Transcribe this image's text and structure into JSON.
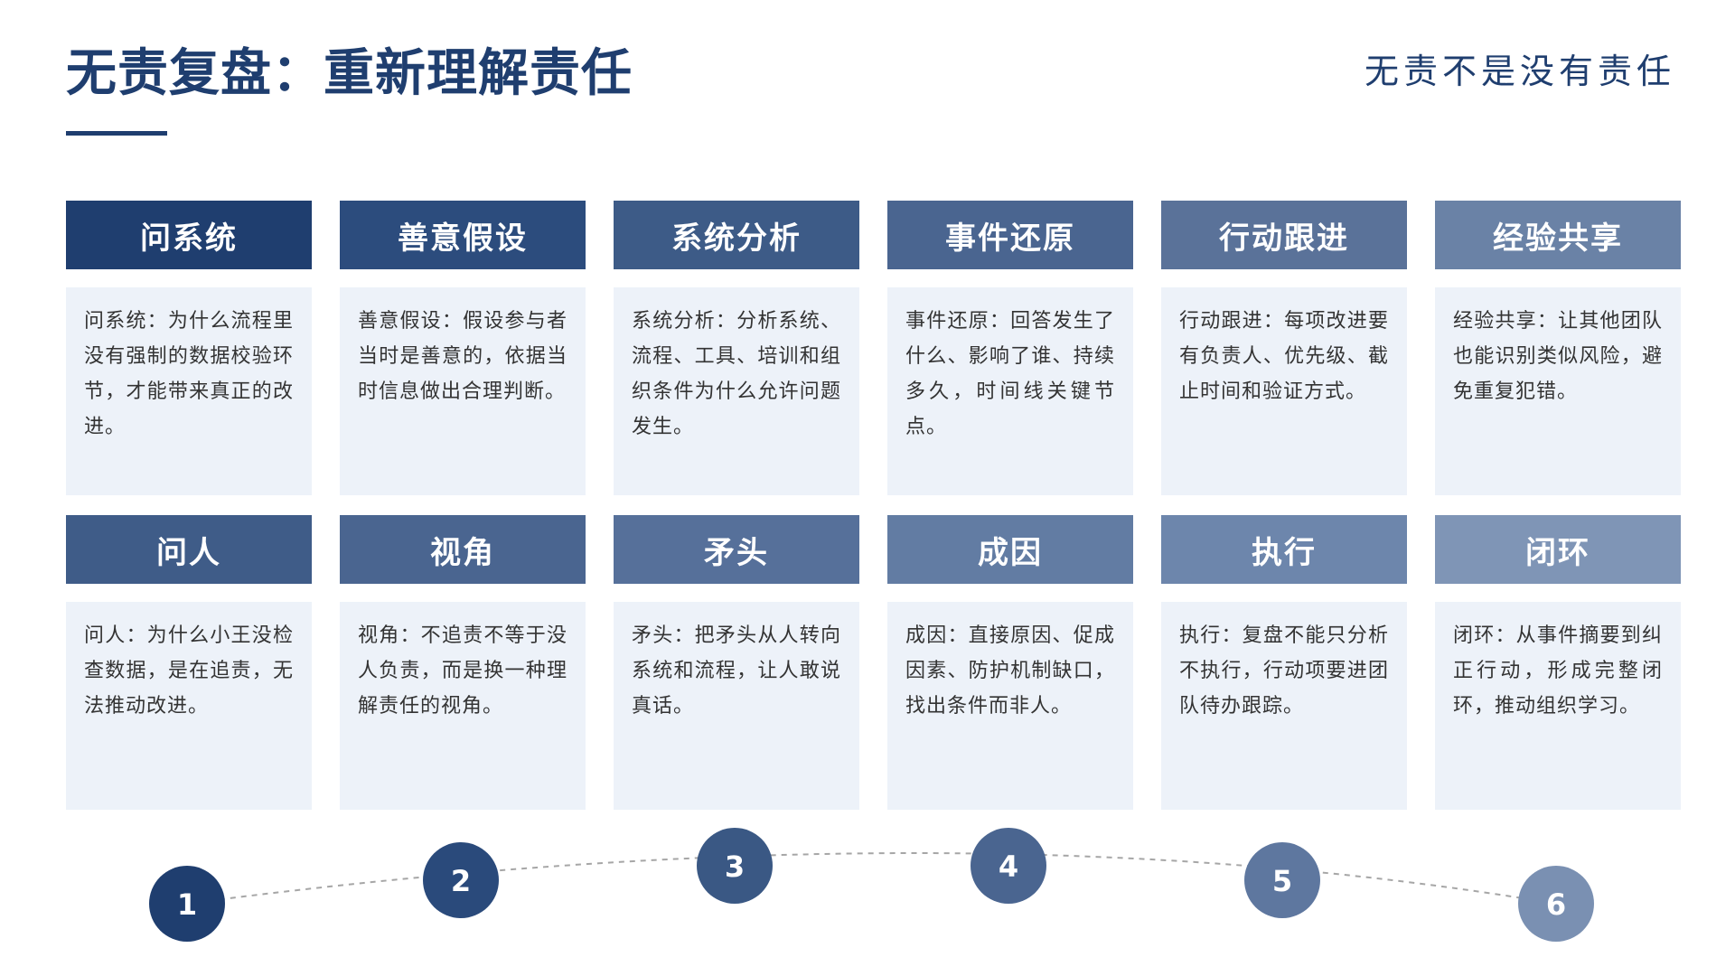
{
  "header": {
    "title": "无责复盘：重新理解责任",
    "tagline": "无责不是没有责任"
  },
  "cards": [
    {
      "title": "问系统",
      "body": "问系统：为什么流程里没有强制的数据校验环节，才能带来真正的改进。",
      "color": "#1f3e6f"
    },
    {
      "title": "善意假设",
      "body": "善意假设：假设参与者当时是善意的，依据当时信息做出合理判断。",
      "color": "#2c4c7d"
    },
    {
      "title": "系统分析",
      "body": "系统分析：分析系统、流程、工具、培训和组织条件为什么允许问题发生。",
      "color": "#3d5b87"
    },
    {
      "title": "事件还原",
      "body": "事件还原：回答发生了什么、影响了谁、持续多久，时间线关键节点。",
      "color": "#4a6590"
    },
    {
      "title": "行动跟进",
      "body": "行动跟进：每项改进要有负责人、优先级、截止时间和验证方式。",
      "color": "#5a7299"
    },
    {
      "title": "经验共享",
      "body": "经验共享：让其他团队也能识别类似风险，避免重复犯错。",
      "color": "#6a82a6"
    },
    {
      "title": "问人",
      "body": "问人：为什么小王没检查数据，是在追责，无法推动改进。",
      "color": "#3f5c88"
    },
    {
      "title": "视角",
      "body": "视角：不追责不等于没人负责，而是换一种理解责任的视角。",
      "color": "#4a6590"
    },
    {
      "title": "矛头",
      "body": "矛头：把矛头从人转向系统和流程，让人敢说真话。",
      "color": "#56709a"
    },
    {
      "title": "成因",
      "body": "成因：直接原因、促成因素、防护机制缺口，找出条件而非人。",
      "color": "#627ca3"
    },
    {
      "title": "执行",
      "body": "执行：复盘不能只分析不执行，行动项要进团队待办跟踪。",
      "color": "#6d86ac"
    },
    {
      "title": "闭环",
      "body": "闭环：从事件摘要到纠正行动，形成完整闭环，推动组织学习。",
      "color": "#7f95b6"
    }
  ],
  "timeline": {
    "nodes": [
      {
        "label": "1",
        "color": "#1f3e6f"
      },
      {
        "label": "2",
        "color": "#2a4a7b"
      },
      {
        "label": "3",
        "color": "#3a5884"
      },
      {
        "label": "4",
        "color": "#4a6590"
      },
      {
        "label": "5",
        "color": "#5e779f"
      },
      {
        "label": "6",
        "color": "#7a90b2"
      }
    ]
  }
}
